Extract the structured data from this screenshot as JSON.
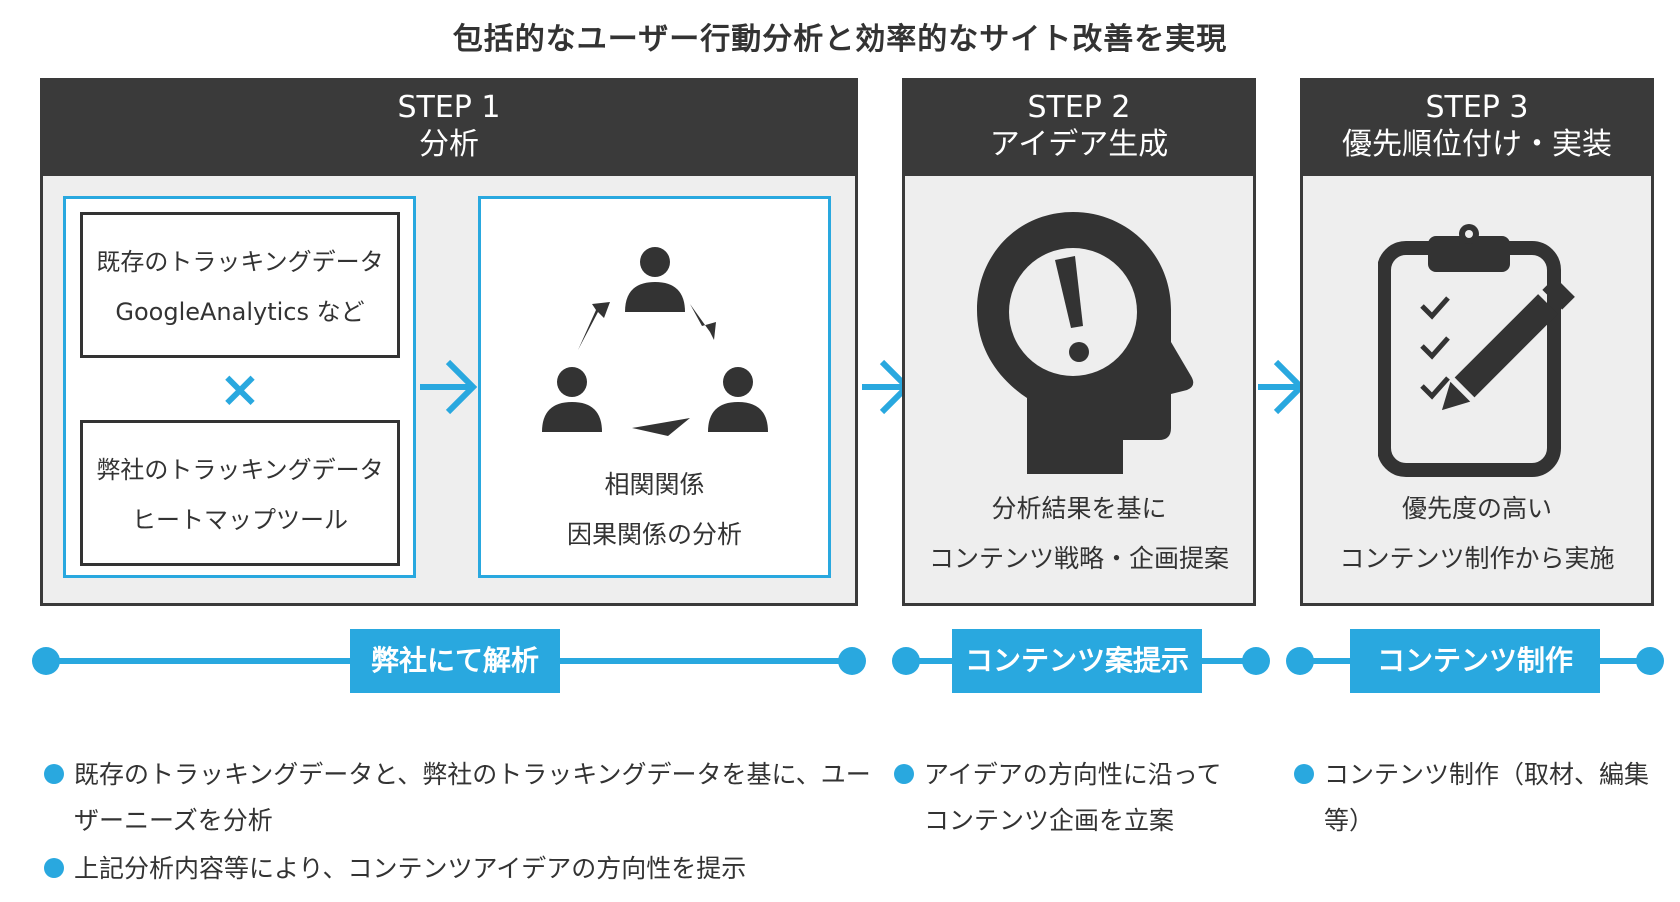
{
  "title": "包括的なユーザー行動分析と効率的なサイト改善を実現",
  "colors": {
    "accent": "#29a8df",
    "dark": "#3a3a3a",
    "panel_bg": "#eeeeee"
  },
  "steps": [
    {
      "step": "STEP 1",
      "name": "分析",
      "box1_lines": [
        "既存のトラッキングデータ",
        "GoogleAnalytics など"
      ],
      "cross": "×",
      "box2_lines": [
        "弊社のトラッキングデータ",
        "ヒートマップツール"
      ],
      "icon": "people-cycle-icon",
      "caption_lines": [
        "相関関係",
        "因果関係の分析"
      ],
      "label": "弊社にて解析",
      "bullets": [
        "既存のトラッキングデータと、弊社のトラッキングデータを基に、ユーザーニーズを分析",
        "上記分析内容等により、コンテンツアイデアの方向性を提示"
      ]
    },
    {
      "step": "STEP 2",
      "name": "アイデア生成",
      "icon": "head-exclamation-icon",
      "caption_lines": [
        "分析結果を基に",
        "コンテンツ戦略・企画提案"
      ],
      "label": "コンテンツ案提示",
      "bullets": [
        "アイデアの方向性に沿ってコンテンツ企画を立案"
      ]
    },
    {
      "step": "STEP 3",
      "name": "優先順位付け・実装",
      "icon": "clipboard-checklist-pencil-icon",
      "caption_lines": [
        "優先度の高い",
        "コンテンツ制作から実施"
      ],
      "label": "コンテンツ制作",
      "bullets": [
        "コンテンツ制作（取材、編集等）"
      ]
    }
  ]
}
